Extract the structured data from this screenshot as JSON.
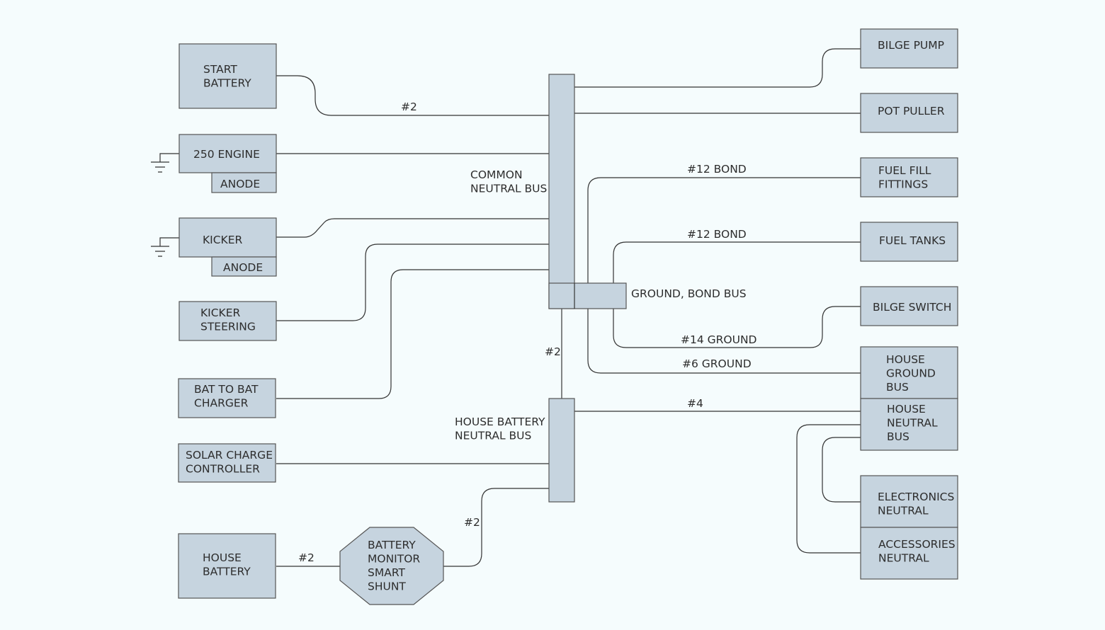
{
  "components": {
    "start_battery": [
      "START",
      "BATTERY"
    ],
    "engine_250": [
      "250 ENGINE"
    ],
    "anode_engine": [
      "ANODE"
    ],
    "kicker": [
      "KICKER"
    ],
    "anode_kicker": [
      "ANODE"
    ],
    "kicker_steering": [
      "KICKER",
      "STEERING"
    ],
    "bat_to_bat_charger": [
      "BAT TO BAT",
      "CHARGER"
    ],
    "solar_charge_controller": [
      "SOLAR CHARGE",
      "CONTROLLER"
    ],
    "house_battery": [
      "HOUSE",
      "BATTERY"
    ],
    "battery_monitor": [
      "BATTERY",
      "MONITOR",
      "SMART",
      "SHUNT"
    ],
    "bilge_pump": [
      "BILGE PUMP"
    ],
    "pot_puller": [
      "POT PULLER"
    ],
    "fuel_fill_fittings": [
      "FUEL FILL",
      "FITTINGS"
    ],
    "fuel_tanks": [
      "FUEL TANKS"
    ],
    "bilge_switch": [
      "BILGE SWITCH"
    ],
    "house_ground_bus": [
      "HOUSE",
      "GROUND",
      "BUS"
    ],
    "house_neutral_bus": [
      "HOUSE",
      "NEUTRAL",
      "BUS"
    ],
    "electronics_neutral": [
      "ELECTRONICS",
      "NEUTRAL"
    ],
    "accessories_neutral": [
      "ACCESSORIES",
      "NEUTRAL"
    ]
  },
  "buses": {
    "common_neutral_bus": [
      "COMMON",
      "NEUTRAL BUS"
    ],
    "ground_bond_bus": [
      "GROUND, BOND BUS"
    ],
    "house_battery_neutral_bus": [
      "HOUSE BATTERY",
      "NEUTRAL BUS"
    ]
  },
  "wire_labels": {
    "start_battery": "#2",
    "common_to_house_bus": "#2",
    "house_battery_to_shunt": "#2",
    "shunt_to_house_bus": "#2",
    "fuel_fill_bond": "#12 BOND",
    "fuel_tanks_bond": "#12 BOND",
    "bilge_switch_ground": "#14 GROUND",
    "house_ground": "#6 GROUND",
    "house_neutral": "#4"
  }
}
